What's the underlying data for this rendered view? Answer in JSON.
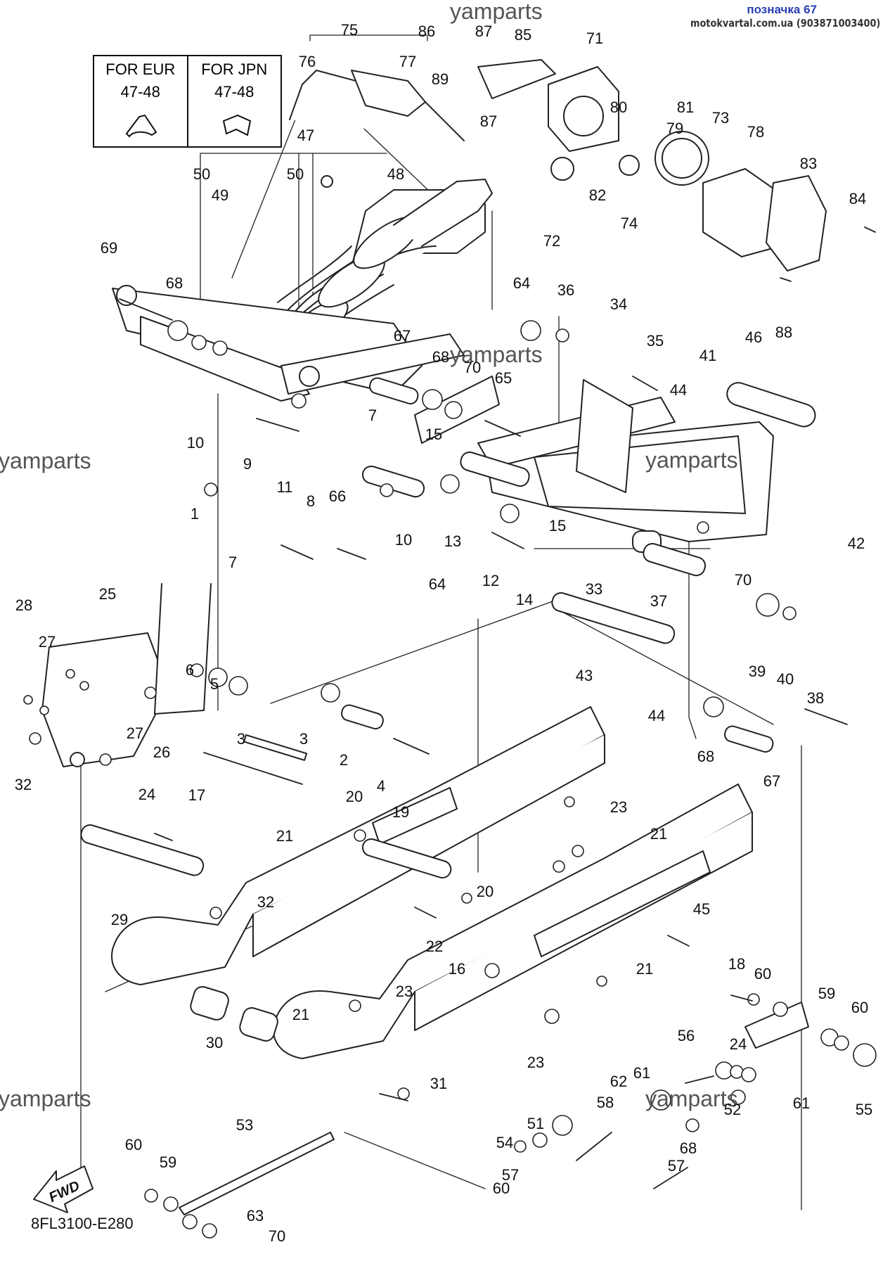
{
  "header": {
    "page_ref": "позначка 67",
    "source": "motokvartal.com.ua (903871003400)"
  },
  "watermarks": [
    "yamparts",
    "yamparts",
    "yamparts",
    "yamparts",
    "yamparts",
    "yamparts"
  ],
  "legend": {
    "eur": {
      "title": "FOR EUR",
      "parts": "47-48"
    },
    "jpn": {
      "title": "FOR JPN",
      "parts": "47-48"
    }
  },
  "fwd_label": "FWD",
  "figure_code": "8FL3100-E280",
  "callouts": [
    "75",
    "86",
    "87",
    "85",
    "71",
    "76",
    "77",
    "89",
    "87",
    "80",
    "81",
    "73",
    "79",
    "78",
    "47",
    "83",
    "84",
    "50",
    "49",
    "50",
    "48",
    "82",
    "74",
    "72",
    "69",
    "68",
    "64",
    "36",
    "34",
    "88",
    "35",
    "67",
    "68",
    "70",
    "65",
    "46",
    "41",
    "44",
    "10",
    "7",
    "15",
    "9",
    "11",
    "8",
    "66",
    "10",
    "15",
    "42",
    "1",
    "7",
    "13",
    "64",
    "12",
    "33",
    "37",
    "70",
    "25",
    "14",
    "28",
    "27",
    "6",
    "5",
    "3",
    "3",
    "2",
    "4",
    "43",
    "39",
    "40",
    "38",
    "44",
    "27",
    "26",
    "32",
    "68",
    "67",
    "17",
    "24",
    "20",
    "19",
    "23",
    "21",
    "21",
    "20",
    "29",
    "32",
    "45",
    "22",
    "16",
    "18",
    "21",
    "60",
    "59",
    "60",
    "23",
    "21",
    "24",
    "30",
    "56",
    "23",
    "61",
    "62",
    "31",
    "58",
    "61",
    "52",
    "55",
    "68",
    "53",
    "51",
    "54",
    "57",
    "60",
    "59",
    "57",
    "63",
    "60",
    "70"
  ],
  "icons": {
    "fwd": "fwd-arrow-icon",
    "eur_part": "eur-spacer-icon",
    "jpn_part": "jpn-spacer-icon"
  }
}
